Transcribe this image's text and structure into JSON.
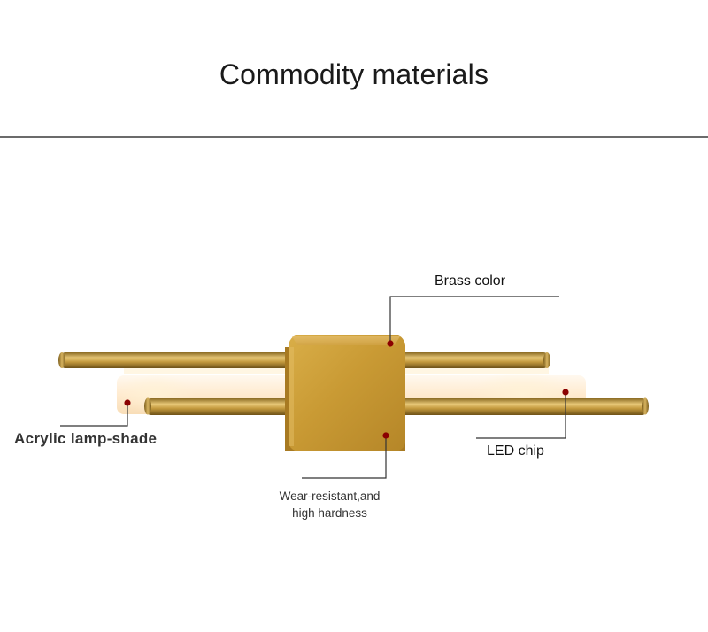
{
  "header": {
    "title": "Commodity materials"
  },
  "callouts": {
    "brass": "Brass color",
    "led": "LED chip",
    "acrylic": "Acrylic lamp-shade",
    "wear_line1": "Wear-resistant,and",
    "wear_line2": "high hardness"
  },
  "colors": {
    "brass": "#c9a24a",
    "marker": "#8b0000",
    "leader": "#333333"
  }
}
